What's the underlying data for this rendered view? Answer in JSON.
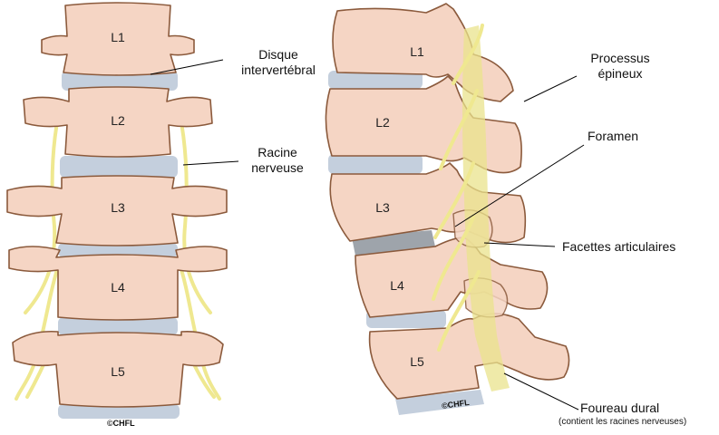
{
  "vertebrae": [
    "L1",
    "L2",
    "L3",
    "L4",
    "L5"
  ],
  "labels": {
    "disque_line1": "Disque",
    "disque_line2": "intervertébral",
    "racine_line1": "Racine",
    "racine_line2": "nerveuse",
    "processus_line1": "Processus",
    "processus_line2": "épineux",
    "foramen": "Foramen",
    "facettes": "Facettes articulaires",
    "foureau": "Foureau dural",
    "foureau_note": "(contient les racines nerveuses)"
  },
  "copyright": "©CHFL",
  "colors": {
    "bone": "#f5d5c4",
    "bone_outline": "#8b5a3c",
    "disc": "#c4cfdd",
    "nerve": "#efe890"
  }
}
